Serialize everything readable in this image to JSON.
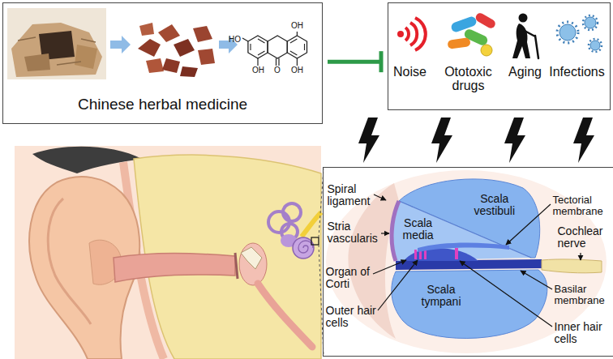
{
  "diagram": {
    "nodes": [
      {
        "text": [
          "Chinese herbal medicine"
        ]
      },
      {
        "text": [
          "Noise",
          "Ototoxic drugs",
          "Aging",
          "Infections"
        ]
      },
      {
        "text": [
          "Spiral ligament",
          "Scala vestibuli",
          "Stria vascularis",
          "Scala media",
          "Tectorial membrane",
          "Cochlear nerve",
          "Organ of Corti",
          "Scala tympani",
          "Basilar membrane",
          "Outer hair cells",
          "Inner hair cells"
        ]
      }
    ],
    "edges": [
      {
        "from": 0,
        "to": 1,
        "arrow": "to"
      }
    ],
    "labels": [
      "OH",
      "HO",
      "OH",
      "O",
      "OH"
    ]
  }
}
